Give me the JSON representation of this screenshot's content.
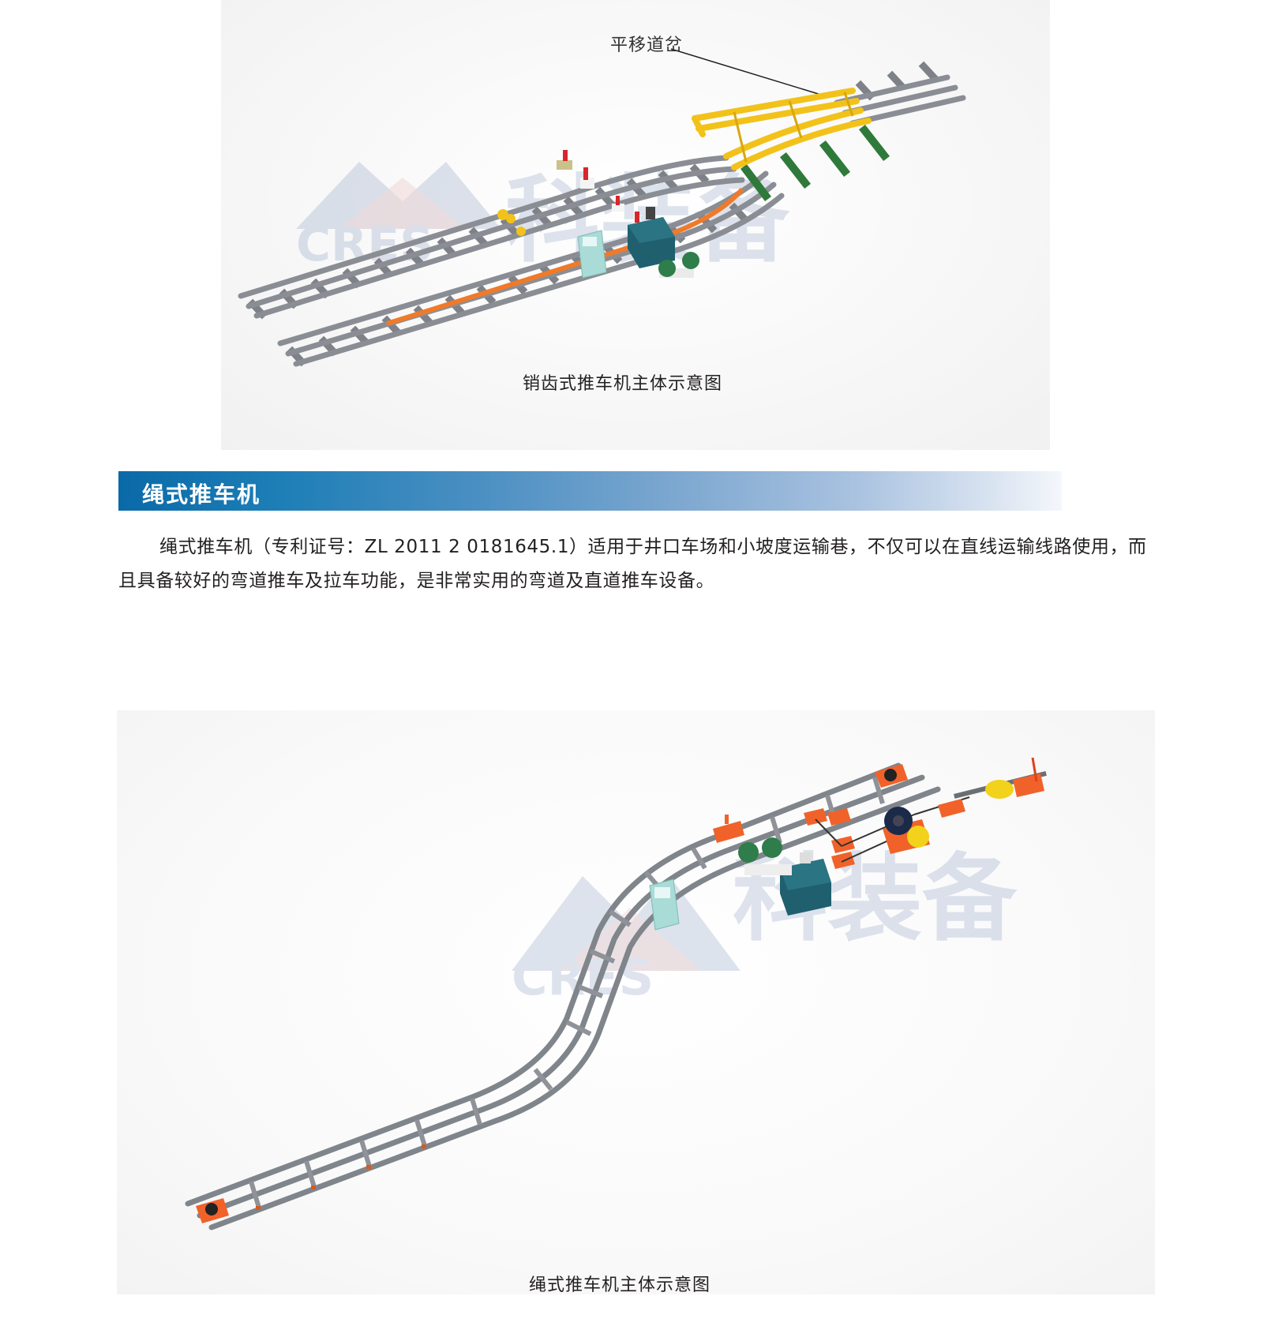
{
  "figure1": {
    "callout": "平移道岔",
    "caption": "销齿式推车机主体示意图",
    "watermark_text": "CRES 科装备",
    "colors": {
      "rail": "#8a8e94",
      "sleeper": "#7e8288",
      "turnout": "#f2c21a",
      "turnout_support": "#2f7a3a",
      "pin_chain": "#f07a2a",
      "stop_red": "#d8262a",
      "hydraulic_station": "#1f5f6e",
      "control_cabinet": "#a9dcd7",
      "motor": "#2e7d4a"
    }
  },
  "section": {
    "title": "绳式推车机",
    "bar_color_start": "#0a6aa8",
    "bar_color_end": "#f4f7fb"
  },
  "body": {
    "paragraph": "绳式推车机（专利证号：ZL 2011 2 0181645.1）适用于井口车场和小坡度运输巷，不仅可以在直线运输线路使用，而且具备较好的弯道推车及拉车功能，是非常实用的弯道及直道推车设备。"
  },
  "figure2": {
    "caption": "绳式推车机主体示意图",
    "watermark_text": "CRES 科装备",
    "colors": {
      "rail": "#7f858b",
      "sleeper": "#8f9298",
      "pulley_base": "#f0622a",
      "winch_drum": "#f2d21a",
      "sheave": "#1a2a48",
      "hydraulic_station": "#1f5f6e",
      "control_cabinet": "#a9dcd7",
      "motor": "#2e7d4a"
    }
  }
}
